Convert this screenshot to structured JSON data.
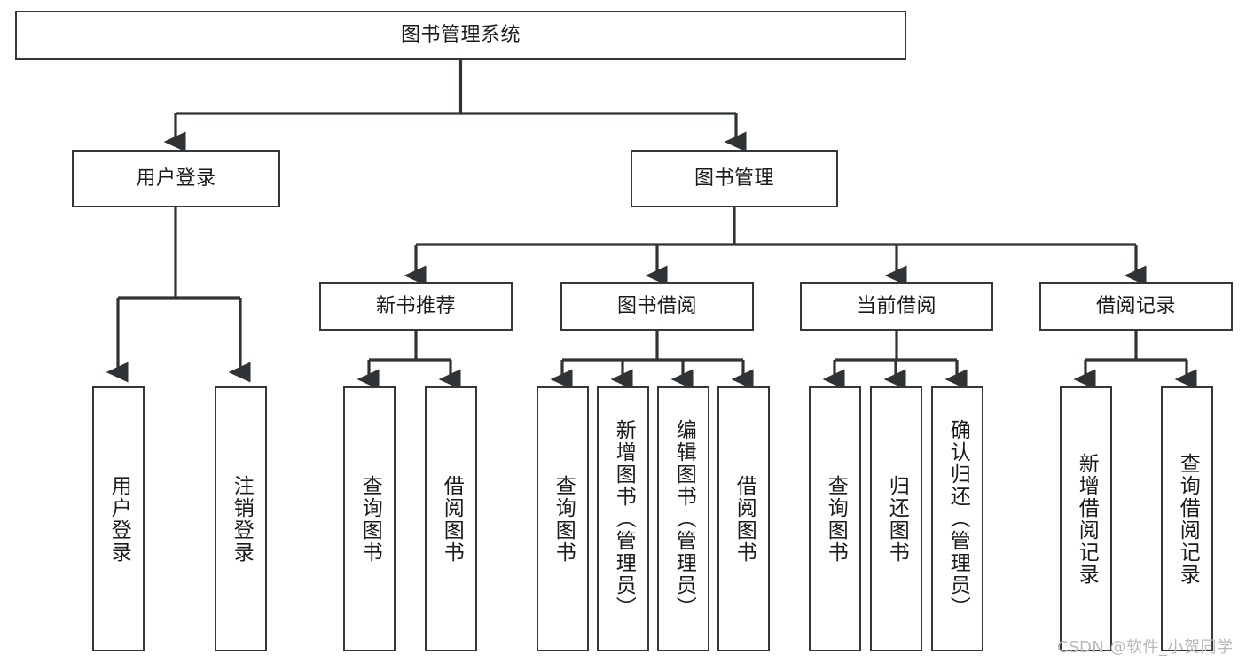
{
  "diagram": {
    "title": "图书管理系统",
    "type": "tree-hierarchy",
    "theme": {
      "background": "#ffffff",
      "box_border": "#33373b",
      "connector": "#2f3336",
      "text": "#1b1b1b",
      "watermark": "#b9b9b9"
    },
    "levels": {
      "root": {
        "label": "图书管理系统"
      },
      "level2": [
        {
          "id": "user-login",
          "label": "用户登录"
        },
        {
          "id": "book-management",
          "label": "图书管理"
        }
      ],
      "level3": [
        {
          "id": "new-book-recommend",
          "label": "新书推荐"
        },
        {
          "id": "book-borrow",
          "label": "图书借阅"
        },
        {
          "id": "current-borrow",
          "label": "当前借阅"
        },
        {
          "id": "borrow-record",
          "label": "借阅记录"
        }
      ],
      "leaves": [
        {
          "id": "leaf-user-login",
          "parent": "user-login",
          "label": "用户登录"
        },
        {
          "id": "leaf-logout",
          "parent": "user-login",
          "label": "注销登录"
        },
        {
          "id": "leaf-query-book-1",
          "parent": "new-book-recommend",
          "label": "查询图书"
        },
        {
          "id": "leaf-borrow-book-1",
          "parent": "new-book-recommend",
          "label": "借阅图书"
        },
        {
          "id": "leaf-query-book-2",
          "parent": "book-borrow",
          "label": "查询图书"
        },
        {
          "id": "leaf-add-book",
          "parent": "book-borrow",
          "label": "新增图书（管理员）"
        },
        {
          "id": "leaf-edit-book",
          "parent": "book-borrow",
          "label": "编辑图书（管理员）"
        },
        {
          "id": "leaf-borrow-book-2",
          "parent": "book-borrow",
          "label": "借阅图书"
        },
        {
          "id": "leaf-query-book-3",
          "parent": "current-borrow",
          "label": "查询图书"
        },
        {
          "id": "leaf-return-book",
          "parent": "current-borrow",
          "label": "归还图书"
        },
        {
          "id": "leaf-confirm-return",
          "parent": "current-borrow",
          "label": "确认归还（管理员）"
        },
        {
          "id": "leaf-add-record",
          "parent": "borrow-record",
          "label": "新增借阅记录"
        },
        {
          "id": "leaf-query-record",
          "parent": "borrow-record",
          "label": "查询借阅记录"
        }
      ]
    },
    "watermark": "CSDN @软件_小贺同学"
  }
}
